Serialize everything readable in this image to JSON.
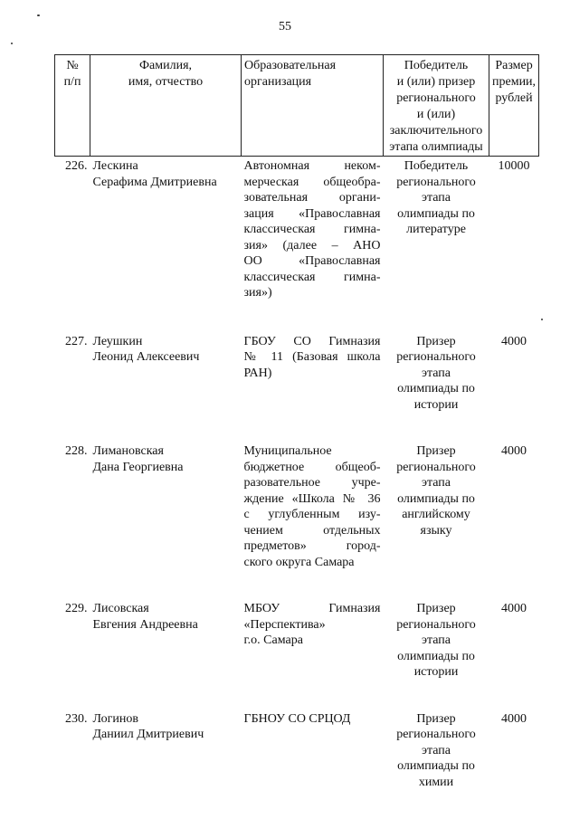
{
  "page_number": "55",
  "headers": {
    "num": "№\nп/п",
    "name": "Фамилия,\nимя, отчество",
    "org": "Образовательная\nорганизация",
    "winner": "Победитель\nи (или) призер\nрегионального\nи (или)\nзаключительного\nэтапа олимпиады",
    "prize": "Размер\nпремии,\nрублей"
  },
  "rows": [
    {
      "num": "226.",
      "name": "Лескина\nСерафима Дмитриевна",
      "org_lines": [
        "Автономная неком-",
        "мерческая общеобра-",
        "зовательная органи-",
        "зация «Православная",
        "классическая гимна-",
        "зия» (далее – АНО",
        "ОО «Православная",
        "классическая гимна-",
        "зия»)"
      ],
      "winner": "Победитель\nрегионального\nэтапа\nолимпиады по\nлитературе",
      "prize": "10000"
    },
    {
      "num": "227.",
      "name": "Леушкин\nЛеонид Алексеевич",
      "org_lines": [
        "ГБОУ СО Гимназия",
        "№ 11 (Базовая школа",
        "РАН)"
      ],
      "winner": "Призер\nрегионального\nэтапа\nолимпиады по\nистории",
      "prize": "4000"
    },
    {
      "num": "228.",
      "name": "Лимановская\nДана Георгиевна",
      "org_lines": [
        "Муниципальное",
        "бюджетное общеоб-",
        "разовательное учре-",
        "ждение «Школа № 36",
        "с углубленным изу-",
        "чением отдельных",
        "предметов» город-",
        "ского округа Самара"
      ],
      "winner": "Призер\nрегионального\nэтапа\nолимпиады по\nанглийскому\nязыку",
      "prize": "4000"
    },
    {
      "num": "229.",
      "name": "Лисовская\nЕвгения Андреевна",
      "org_lines": [
        "МБОУ Гимназия",
        "«Перспектива»",
        "г.о. Самара"
      ],
      "winner": "Призер\nрегионального\nэтапа\nолимпиады по\nистории",
      "prize": "4000"
    },
    {
      "num": "230.",
      "name": "Логинов\nДаниил Дмитриевич",
      "org_lines": [
        "ГБНОУ СО СРЦОД"
      ],
      "winner": "Призер\nрегионального\nэтапа\nолимпиады по\nхимии",
      "prize": "4000"
    }
  ]
}
